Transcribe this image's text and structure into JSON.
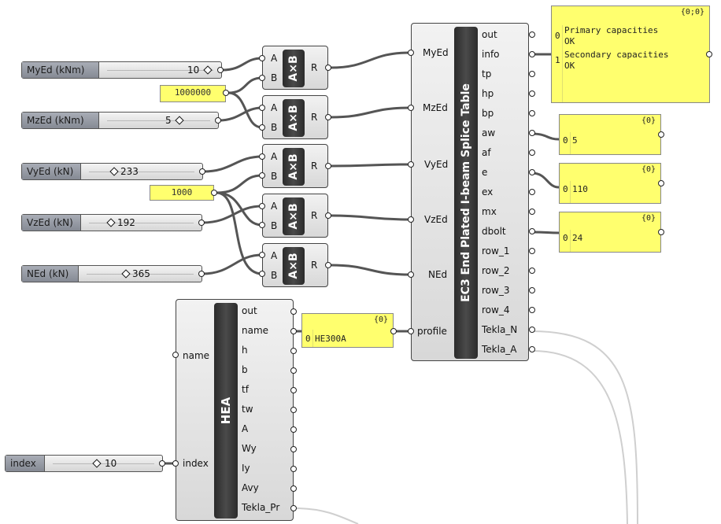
{
  "sliders": {
    "myed": {
      "label": "MyEd   (kNm)",
      "value": "10"
    },
    "mzed": {
      "label": "MzEd   (kNm)",
      "value": "5"
    },
    "vyed": {
      "label": "VyEd (kN)",
      "value": "233"
    },
    "vzed": {
      "label": "VzEd (kN)",
      "value": "192"
    },
    "ned": {
      "label": "NEd (kN)",
      "value": "365"
    },
    "index": {
      "label": "index",
      "value": "10"
    }
  },
  "numbers": {
    "million": "1000000",
    "thousand": "1000"
  },
  "multiply": {
    "title": "A×B",
    "in_a": "A",
    "in_b": "B",
    "out": "R"
  },
  "splice": {
    "title": "EC3 End Plated I-beam Splice Table",
    "inputs": [
      "MyEd",
      "MzEd",
      "VyEd",
      "VzEd",
      "NEd",
      "profile"
    ],
    "outputs": [
      "out",
      "info",
      "tp",
      "hp",
      "bp",
      "aw",
      "af",
      "e",
      "ex",
      "mx",
      "dbolt",
      "row_1",
      "row_2",
      "row_3",
      "row_4",
      "Tekla_N",
      "Tekla_A"
    ]
  },
  "hea": {
    "title": "HEA",
    "inputs": [
      "name",
      "index"
    ],
    "outputs": [
      "out",
      "name",
      "h",
      "b",
      "tf",
      "tw",
      "A",
      "Wy",
      "Iy",
      "Avy",
      "Tekla_Pr"
    ]
  },
  "panels": {
    "info": {
      "header": "{0;0}",
      "rows": [
        {
          "i": "0",
          "l1": "Primary capacities",
          "l2": "OK"
        },
        {
          "i": "1",
          "l1": "Secondary capacities",
          "l2": "OK"
        }
      ]
    },
    "aw": {
      "header": "{0}",
      "index": "0",
      "value": "5"
    },
    "e": {
      "header": "{0}",
      "index": "0",
      "value": "110"
    },
    "dbolt": {
      "header": "{0}",
      "index": "0",
      "value": "24"
    },
    "profile": {
      "header": "{0}",
      "index": "0",
      "value": "HE300A"
    }
  }
}
